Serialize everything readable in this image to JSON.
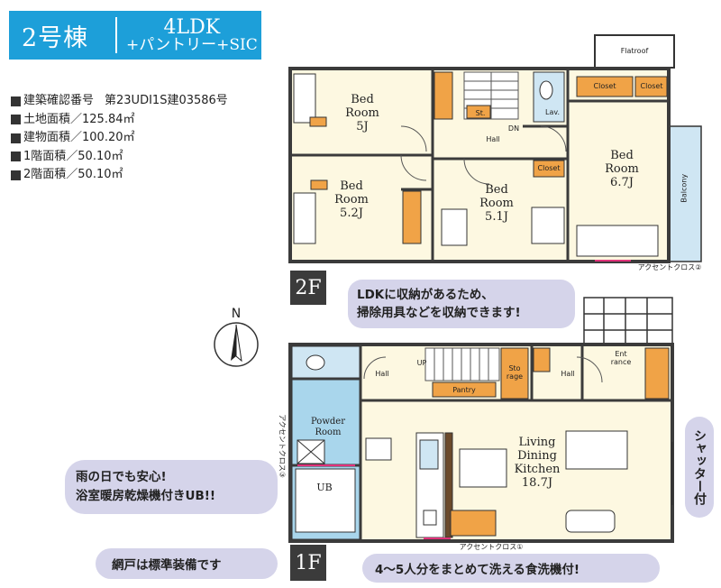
{
  "header": {
    "building": "2号棟",
    "layout": "4LDK",
    "extra": "+パントリー+SIC"
  },
  "specs": [
    {
      "label": "建築確認番号",
      "value": "第23UDI1S建03586号"
    },
    {
      "label": "土地面積／125.84㎡",
      "value": ""
    },
    {
      "label": "建物面積／100.20㎡",
      "value": ""
    },
    {
      "label": " 1階面積／50.10㎡",
      "value": ""
    },
    {
      "label": " 2階面積／50.10㎡",
      "value": ""
    }
  ],
  "floor2": {
    "badge": "2F",
    "rooms": {
      "bed5": [
        "Bed",
        "Room",
        "5J"
      ],
      "bed52": [
        "Bed",
        "Room",
        "5.2J"
      ],
      "bed51": [
        "Bed",
        "Room",
        "5.1J"
      ],
      "bed67": [
        "Bed",
        "Room",
        "6.7J"
      ],
      "hall": "Hall",
      "lav": "Lav.",
      "st": "St.",
      "closet1": "Closet",
      "closet2": "Closet",
      "closet3": "Closet",
      "flatroof": "Flatroof",
      "balcony": "Balcony",
      "dn": "DN",
      "accent": "アクセントクロス②"
    }
  },
  "floor1": {
    "badge": "1F",
    "rooms": {
      "powder": [
        "Powder",
        "Room"
      ],
      "ub": "UB",
      "hall1": "Hall",
      "hall2": "Hall",
      "pantry": "Pantry",
      "storage": [
        "Sto",
        "rage"
      ],
      "entrance": [
        "Ent",
        "rance"
      ],
      "up": "UP",
      "ldk": [
        "Living",
        "Dining",
        "Kitchen",
        "18.7J"
      ],
      "accent1": "アクセントクロス①",
      "accent3": "アクセントクロス③"
    }
  },
  "callouts": {
    "storage_note": [
      "LDKに収納があるため、",
      "掃除用具などを収納できます!"
    ],
    "bath_note": [
      "雨の日でも安心!",
      "浴室暖房乾燥機付きUB!!"
    ],
    "screen_note": "網戸は標準装備です",
    "dishwasher_note": "4〜5人分をまとめて洗える食洗機付!",
    "shutter_note": "シャッター付"
  },
  "compass": "N",
  "colors": {
    "header_bg": "#1d9fd9",
    "floor_fill": "#fdf8e1",
    "wood": "#f0a347",
    "bath": "#a9d6ec",
    "callout": "#d5d4ea",
    "wall": "#3b3b3b",
    "accent_line": "#e0327a"
  }
}
